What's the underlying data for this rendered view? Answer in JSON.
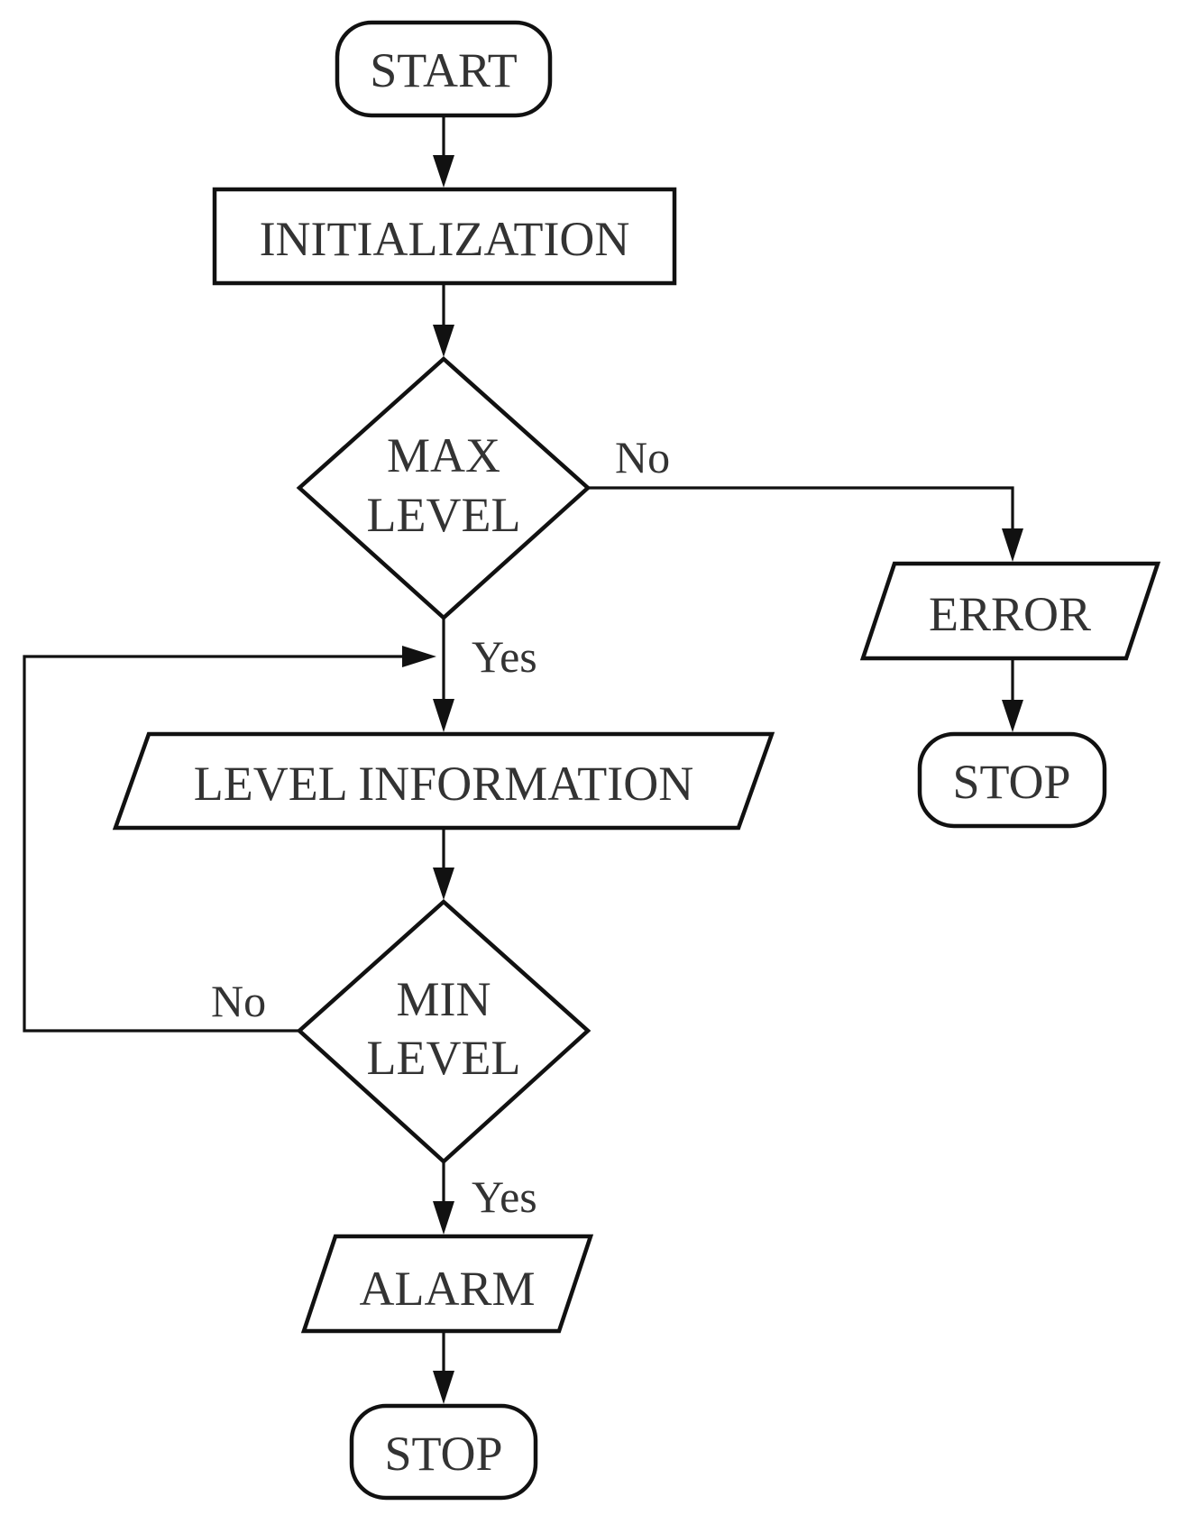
{
  "nodes": {
    "start": "START",
    "init": "INITIALIZATION",
    "max_level": [
      "MAX",
      "LEVEL"
    ],
    "error": "ERROR",
    "stop_error": "STOP",
    "level_info": "LEVEL INFORMATION",
    "min_level": [
      "MIN",
      "LEVEL"
    ],
    "alarm": "ALARM",
    "stop_alarm": "STOP"
  },
  "edges": {
    "max_no": "No",
    "max_yes": "Yes",
    "min_no": "No",
    "min_yes": "Yes"
  }
}
